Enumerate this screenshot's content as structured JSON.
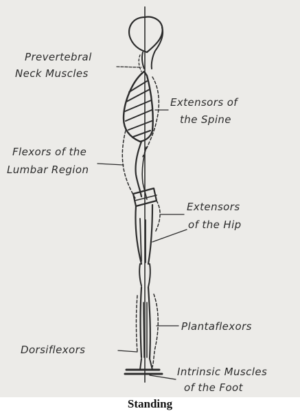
{
  "labels": {
    "prevertebral_1": "Prevertebral",
    "prevertebral_2": "Neck Muscles",
    "ext_spine_1": "Extensors of",
    "ext_spine_2": "the Spine",
    "flex_lumbar_1": "Flexors of the",
    "flex_lumbar_2": "Lumbar Region",
    "ext_hip_1": "Extensors",
    "ext_hip_2": "of the Hip",
    "plantaflexors": "Plantaflexors",
    "dorsiflexors": "Dorsiflexors",
    "intrinsic_1": "Intrinsic Muscles",
    "intrinsic_2": "of the Foot"
  },
  "caption": "Standing",
  "colors": {
    "background": "#ecebe8",
    "ink": "#2b2b2b"
  }
}
